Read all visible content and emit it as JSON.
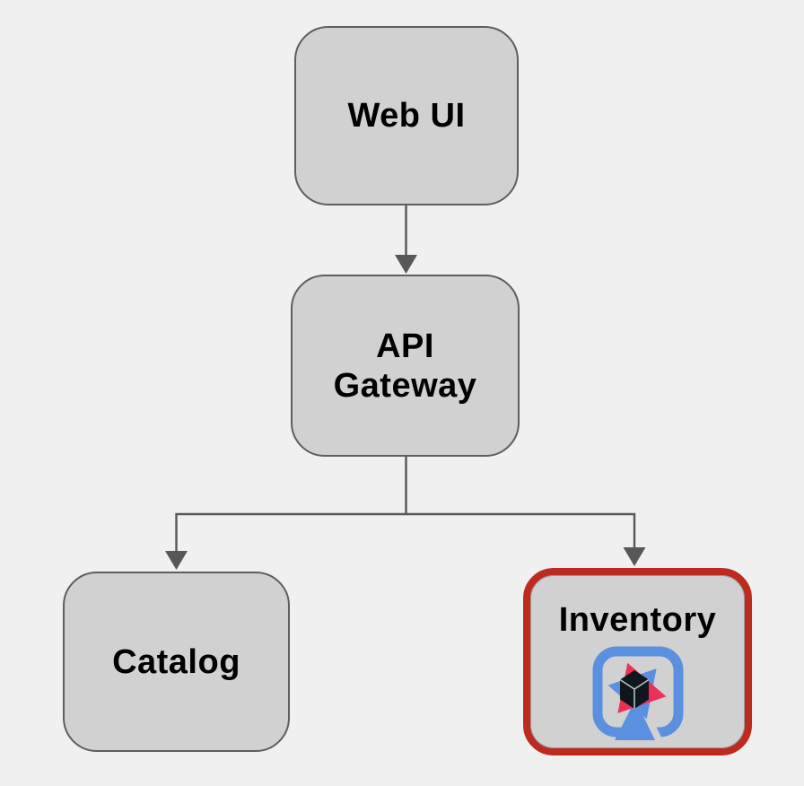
{
  "diagram": {
    "type": "flowchart",
    "nodes": [
      {
        "id": "web-ui",
        "label": "Web UI",
        "highlighted": false,
        "icon": null
      },
      {
        "id": "api-gateway",
        "label": "API Gateway",
        "highlighted": false,
        "icon": null
      },
      {
        "id": "catalog",
        "label": "Catalog",
        "highlighted": false,
        "icon": null
      },
      {
        "id": "inventory",
        "label": "Inventory",
        "highlighted": true,
        "icon": "inventory-logo-icon"
      }
    ],
    "edges": [
      {
        "from": "Web UI",
        "to": "API Gateway"
      },
      {
        "from": "API Gateway",
        "to": "Catalog"
      },
      {
        "from": "API Gateway",
        "to": "Inventory"
      }
    ]
  },
  "colors": {
    "background": "#f0f0f0",
    "node_fill": "#d1d1d1",
    "node_border": "#5e5e5e",
    "label_text": "#000000",
    "connector": "#575757",
    "highlight_border": "#bd2b1e",
    "logo_blue": "#5b8fe0",
    "logo_pink": "#ea3157",
    "logo_cube": "#10161d",
    "logo_cube_edge": "#b9bdc1"
  }
}
